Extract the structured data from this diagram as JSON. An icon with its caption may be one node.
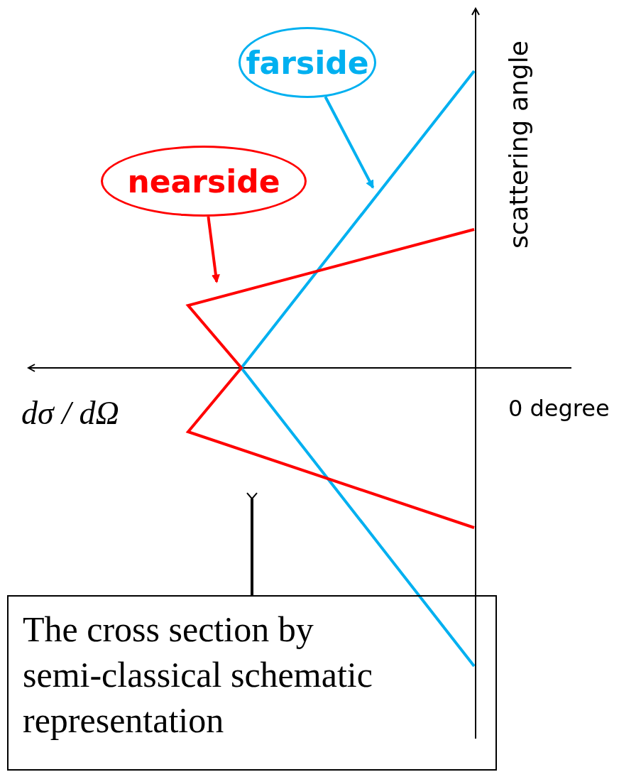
{
  "diagram": {
    "nodes": [
      {
        "text": [
          "farside"
        ]
      },
      {
        "text": [
          "nearside"
        ]
      },
      {
        "text": [
          "The cross section by semi-classical schematic representation"
        ]
      },
      {
        "text": [],
        "shape": "line"
      },
      {
        "text": [],
        "shape": "line"
      }
    ],
    "edges": [
      {
        "from": 0,
        "to": 3,
        "arrow": "to",
        "color": "#00b0f0"
      },
      {
        "from": 1,
        "to": 4,
        "arrow": "to",
        "color": "#ff0000"
      },
      {
        "from": 2,
        "to": 4,
        "arrow": "other",
        "color": "#000000"
      }
    ],
    "labels": [
      "scattering angle",
      "dσ / dΩ",
      "0 degree"
    ]
  }
}
